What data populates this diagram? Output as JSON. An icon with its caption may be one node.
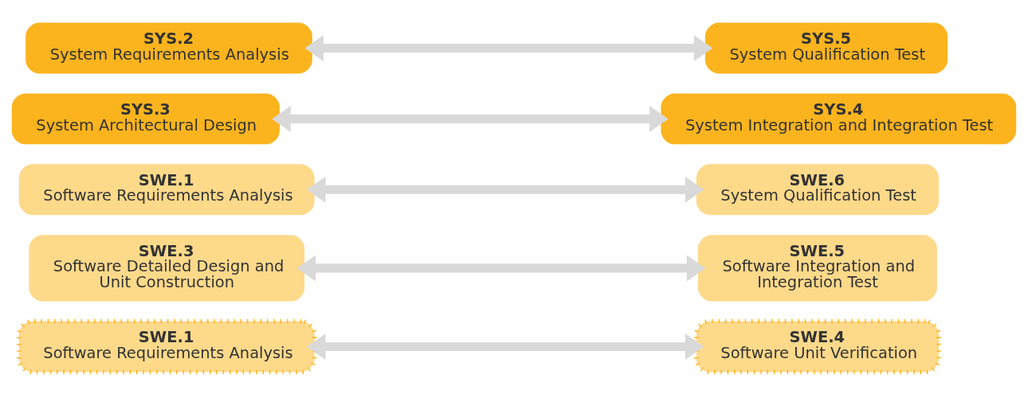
{
  "diagram": {
    "nodes": [
      {
        "text": [
          "SYS.2",
          "System Requirements Analysis"
        ]
      },
      {
        "text": [
          "SYS.5",
          "System Qualification Test"
        ]
      },
      {
        "text": [
          "SYS.3",
          "System Architectural Design"
        ]
      },
      {
        "text": [
          "SYS.4",
          "System Integration and Integration Test"
        ]
      },
      {
        "text": [
          "SWE.1",
          "Software Requirements Analysis"
        ]
      },
      {
        "text": [
          "SWE.6",
          "System Qualification Test"
        ]
      },
      {
        "text": [
          "SWE.3",
          "Software Detailed Design and Unit Construction"
        ]
      },
      {
        "text": [
          "SWE.5",
          "Software Integration and Integration Test"
        ]
      },
      {
        "text": [
          "SWE.1",
          "Software Requirements Analysis"
        ]
      },
      {
        "text": [
          "SWE.4",
          "Software Unit Verification"
        ]
      }
    ],
    "edges": [
      {
        "from": 0,
        "to": 1,
        "arrow": "both"
      },
      {
        "from": 2,
        "to": 3,
        "arrow": "both"
      },
      {
        "from": 4,
        "to": 5,
        "arrow": "both"
      },
      {
        "from": 6,
        "to": 7,
        "arrow": "both"
      },
      {
        "from": 8,
        "to": 9,
        "arrow": "both"
      }
    ]
  }
}
